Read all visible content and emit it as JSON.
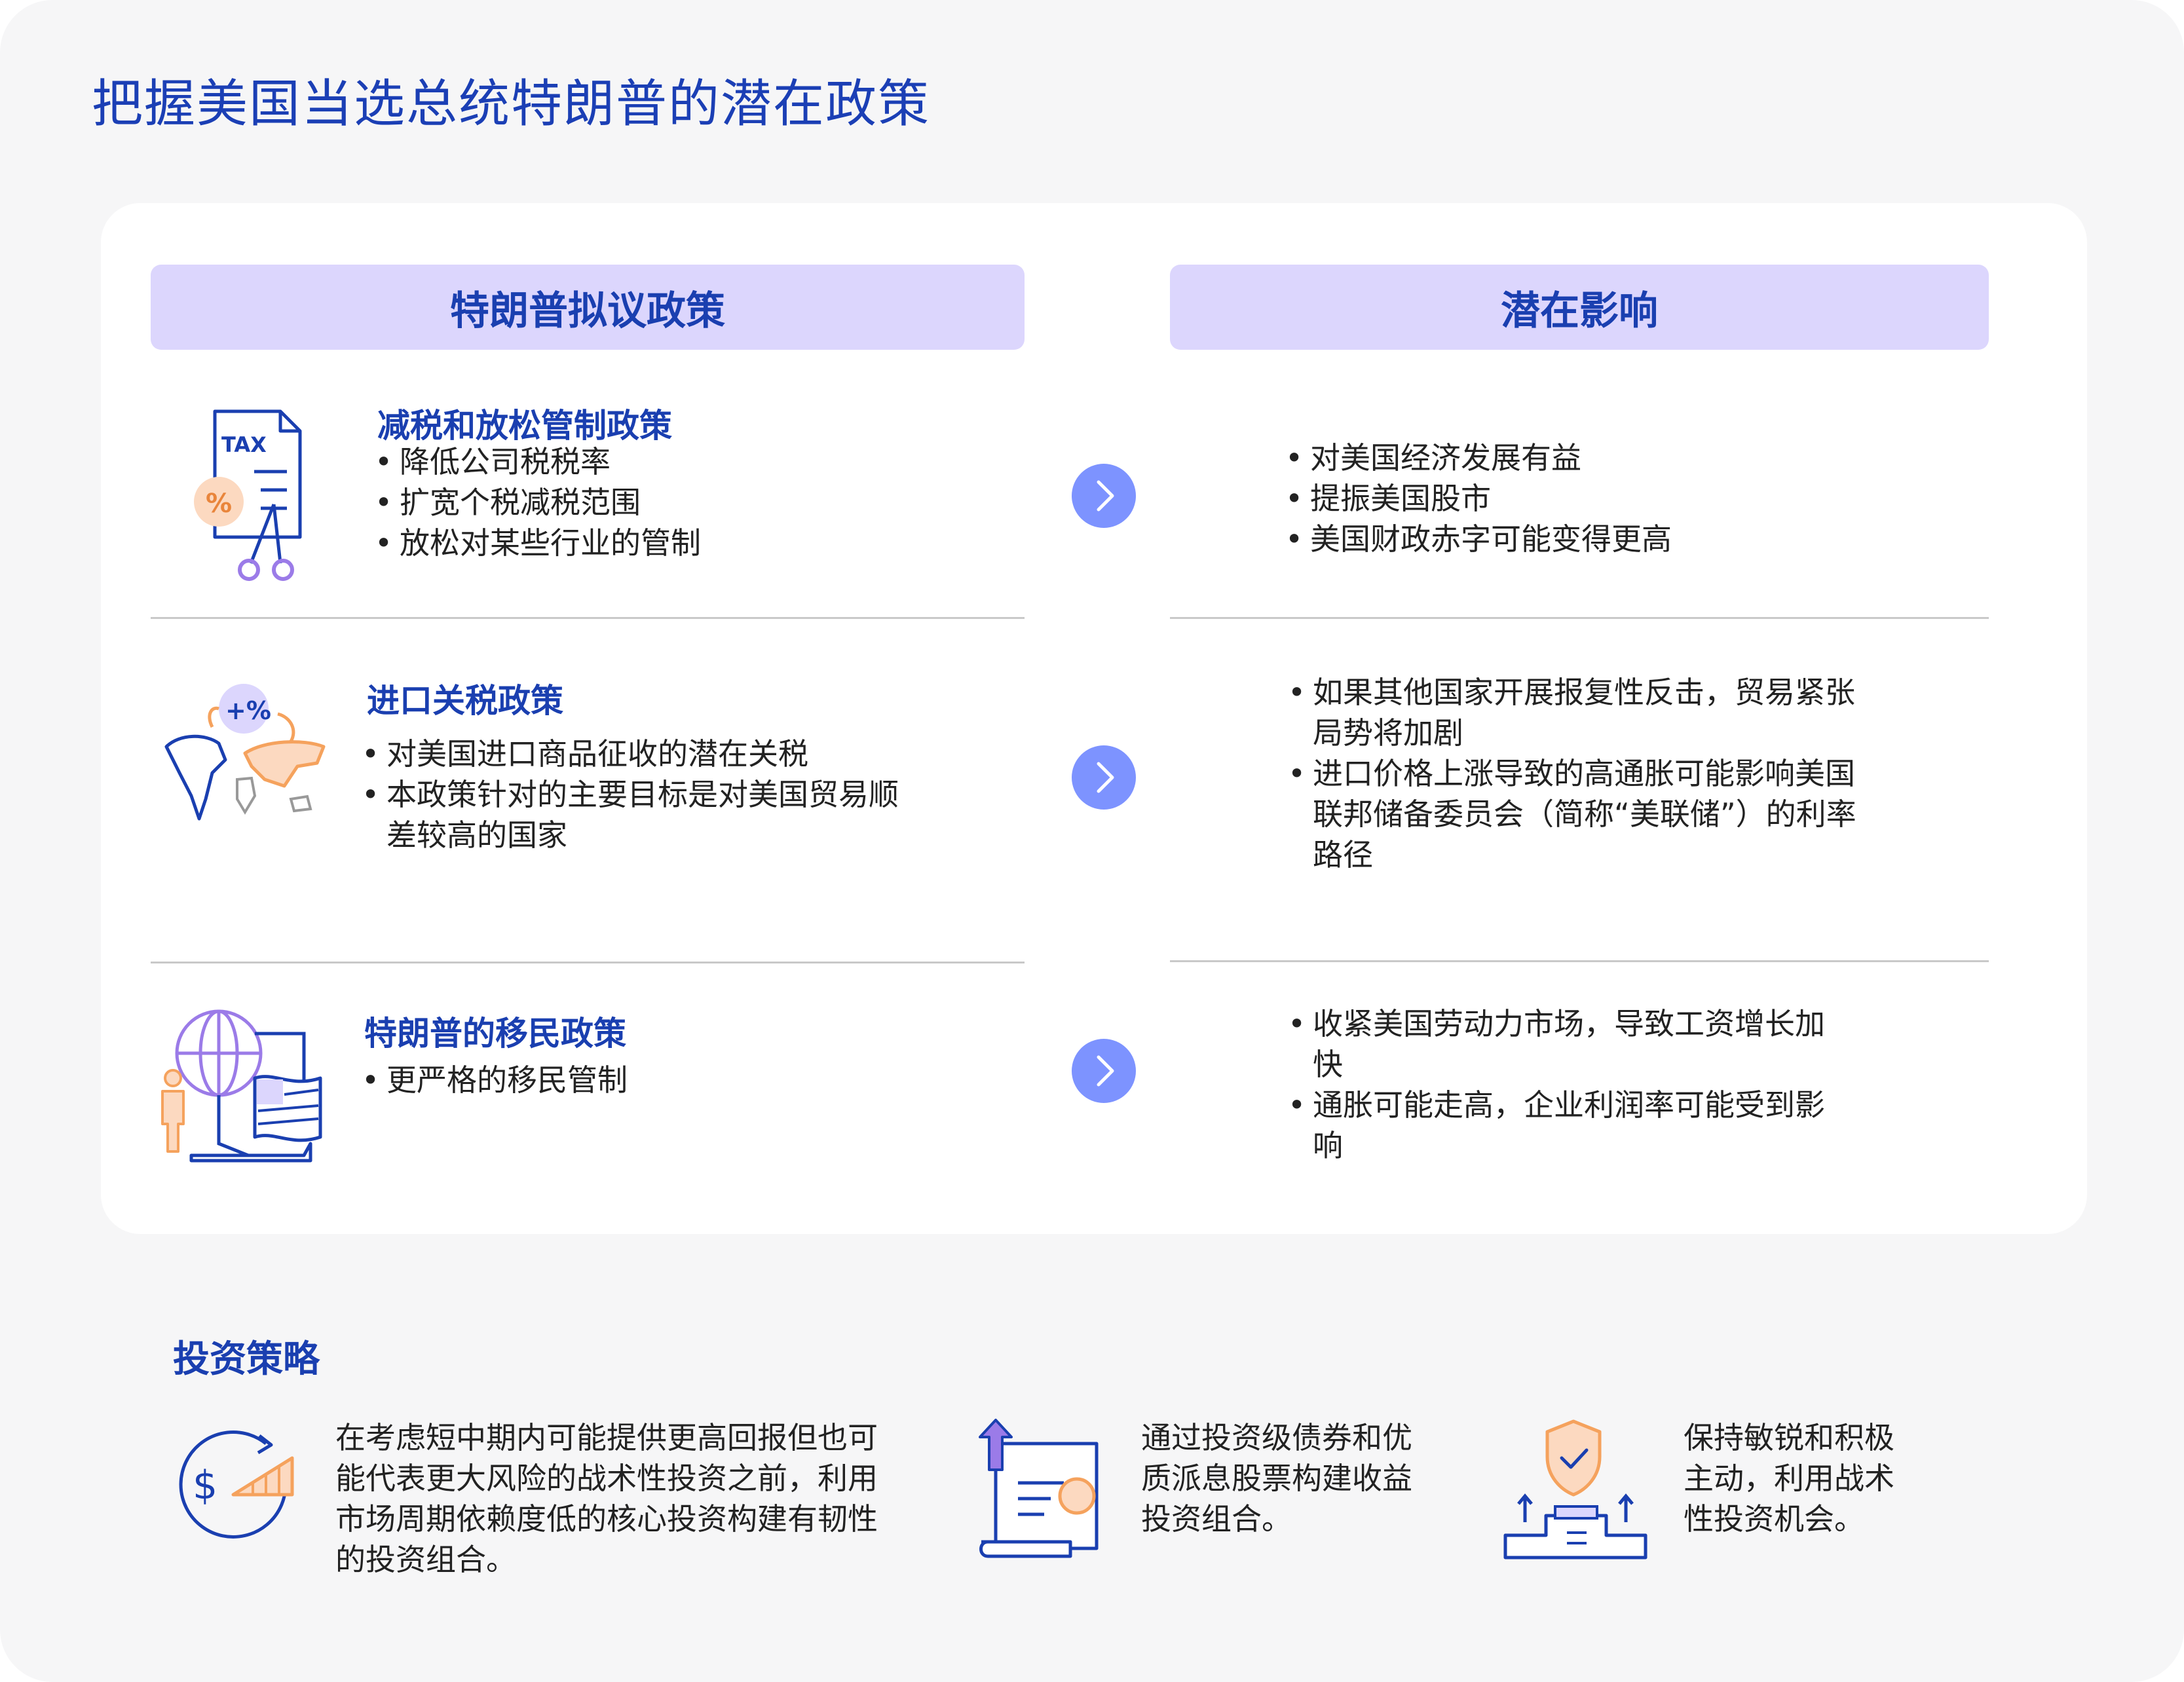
{
  "title": "把握美国当选总统特朗普的潜在政策",
  "columns": {
    "left_header": "特朗普拟议政策",
    "right_header": "潜在影响"
  },
  "rows": [
    {
      "icon": "tax-scissors-icon",
      "policy_title": "减税和放松管制政策",
      "policy_bullets": [
        "降低公司税税率",
        "扩宽个税减税范围",
        "放松对某些行业的管制"
      ],
      "impact_bullets": [
        "对美国经济发展有益",
        "提振美国股市",
        "美国财政赤字可能变得更高"
      ]
    },
    {
      "icon": "world-map-tariff-icon",
      "policy_title": "进口关税政策",
      "policy_bullets": [
        "对美国进口商品征收的潜在关税",
        "本政策针对的主要目标是对美国贸易顺差较高的国家"
      ],
      "impact_bullets": [
        "如果其他国家开展报复性反击，贸易紧张局势将加剧",
        "进口价格上涨导致的高通胀可能影响美国联邦储备委员会（简称“美联储”）的利率路径"
      ]
    },
    {
      "icon": "globe-flag-immigration-icon",
      "policy_title": "特朗普的移民政策",
      "policy_bullets": [
        "更严格的移民管制"
      ],
      "impact_bullets": [
        "收紧美国劳动力市场，导致工资增长加快",
        "通胀可能走高，企业利润率可能受到影响"
      ]
    }
  ],
  "tax_label": "TAX",
  "tariff_label": "+%",
  "strategy": {
    "title": "投资策略",
    "items": [
      {
        "icon": "dollar-cycle-chart-icon",
        "text": "在考虑短中期内可能提供更高回报但也可能代表更大风险的战术性投资之前，利用市场周期依赖度低的核心投资构建有韧性的投资组合。"
      },
      {
        "icon": "certificate-scroll-icon",
        "text": "通过投资级债券和优质派息股票构建收益投资组合。"
      },
      {
        "icon": "shield-podium-icon",
        "text": "保持敏锐和积极主动，利用战术性投资机会。"
      }
    ]
  },
  "colors": {
    "title_blue": "#1b3fb5",
    "header_bg": "#dcd6fd",
    "arrow_circle": "#7d93ff",
    "icon_orange": "#f5a25d",
    "icon_purple": "#9b7be8",
    "page_bg": "#f6f6f7"
  }
}
